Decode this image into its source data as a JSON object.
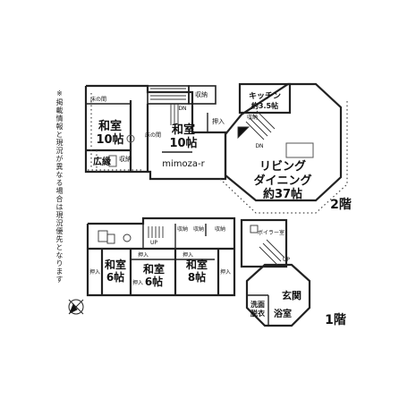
{
  "notice": "※掲載情報と現況が異なる場合は現況優先となります",
  "watermark": "mimoza-r",
  "floor2": {
    "level_label": "2階",
    "washitsu_10a": {
      "name": "和室",
      "size": "10帖"
    },
    "washitsu_10b": {
      "name": "和室",
      "size": "10帖"
    },
    "tokonoma_top": "床の間",
    "tokonoma_mid": "床の間",
    "hiroen": "広縁",
    "storage_side": "収納",
    "storage_top": "収納",
    "oshiire": "押入",
    "kitchen": {
      "name": "キッチン",
      "size": "約3.5帖"
    },
    "storage_kitchen": "収納",
    "living": {
      "line1": "リビング",
      "line2": "ダイニング",
      "size": "約37帖"
    },
    "dn_left": "DN",
    "dn_right": "DN"
  },
  "floor1": {
    "level_label": "1階",
    "washitsu_6a": {
      "name": "和室",
      "size": "6帖"
    },
    "washitsu_6b": {
      "name": "和室",
      "size": "6帖"
    },
    "washitsu_8": {
      "name": "和室",
      "size": "8帖"
    },
    "oshiire_1": "押入",
    "oshiire_2": "押入",
    "oshiire_3": "押入",
    "oshiire_4": "押入",
    "oshiire_5": "押入",
    "storage_a": "収納",
    "storage_b": "収納",
    "storage_c": "収納",
    "up_left": "UP",
    "up_right": "UP",
    "boiler": "ボイラー室",
    "genkan": "玄関",
    "senmen": {
      "line1": "洗面",
      "line2": "脱衣"
    },
    "yokushitsu": "浴室"
  }
}
